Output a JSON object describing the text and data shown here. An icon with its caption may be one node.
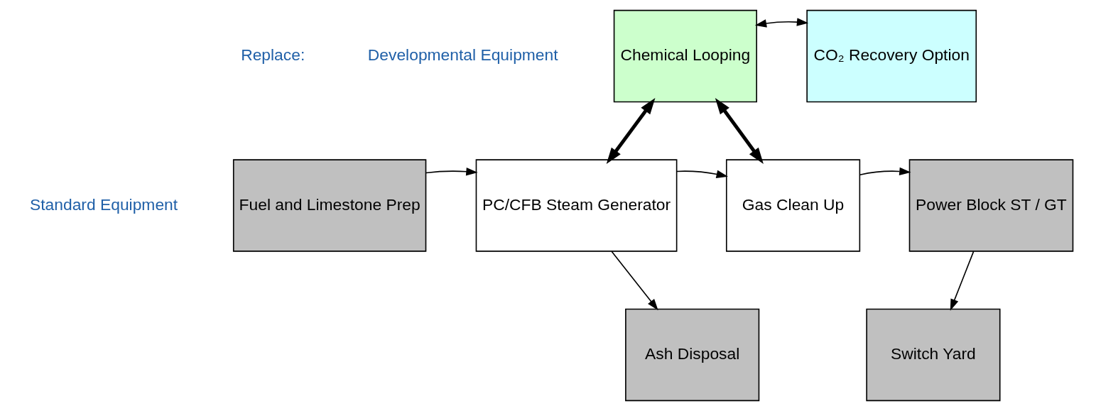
{
  "diagram": {
    "nodes": [
      {
        "text": [
          "Chemical Looping"
        ]
      },
      {
        "text": [
          "CO₂ Recovery Option"
        ]
      },
      {
        "text": [
          "Fuel and Limestone Prep"
        ]
      },
      {
        "text": [
          "PC/CFB Steam Generator"
        ]
      },
      {
        "text": [
          "Gas Clean Up"
        ]
      },
      {
        "text": [
          "Power Block ST / GT"
        ]
      },
      {
        "text": [
          "Ash Disposal"
        ]
      },
      {
        "text": [
          "Switch Yard"
        ]
      }
    ],
    "edges": [
      {
        "from": 0,
        "to": 1,
        "arrow": "both"
      },
      {
        "from": 0,
        "to": 3,
        "arrow": "both",
        "style": "thick"
      },
      {
        "from": 0,
        "to": 4,
        "arrow": "both",
        "style": "thick"
      },
      {
        "from": 2,
        "to": 3,
        "arrow": "to"
      },
      {
        "from": 3,
        "to": 4,
        "arrow": "to"
      },
      {
        "from": 4,
        "to": 5,
        "arrow": "to"
      },
      {
        "from": 3,
        "to": 6,
        "arrow": "to"
      },
      {
        "from": 5,
        "to": 7,
        "arrow": "to"
      }
    ],
    "labels": [
      "Developmental Equipment",
      "Replace:",
      "Standard Equipment"
    ]
  }
}
